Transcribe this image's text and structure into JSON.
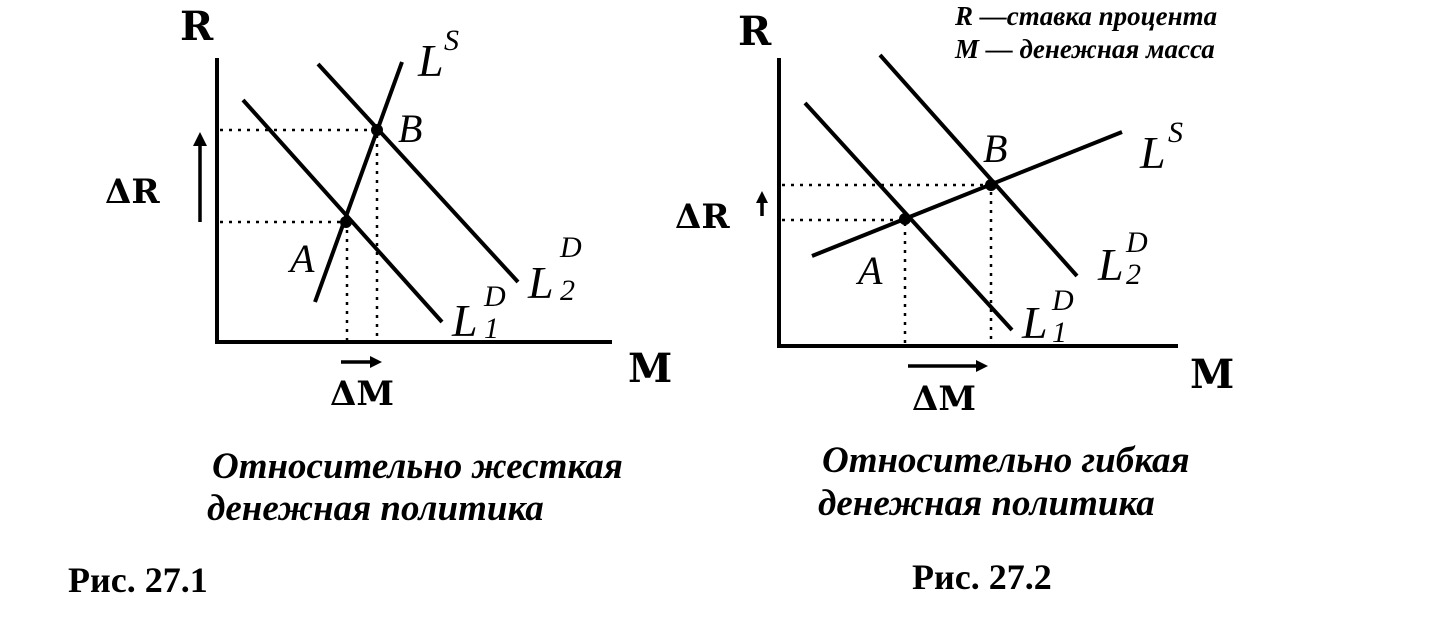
{
  "legend": {
    "line1": "R —ставка процента",
    "line2": "M — денежная масса"
  },
  "diagrams": [
    {
      "id": "fig1",
      "y_axis_label": "R",
      "x_axis_label": "M",
      "delta_r_label": "ΔR",
      "delta_m_label": "ΔM",
      "supply_label": "L",
      "supply_sup": "S",
      "demand1_label": "L",
      "demand1_sup": "D",
      "demand1_sub": "1",
      "demand2_label": "L",
      "demand2_sup": "D",
      "demand2_sub": "2",
      "point_a": "A",
      "point_b": "B",
      "caption_line1": "Относительно жесткая",
      "caption_line2": "денежная политика",
      "figure_label": "Рис. 27.1"
    },
    {
      "id": "fig2",
      "y_axis_label": "R",
      "x_axis_label": "M",
      "delta_r_label": "ΔR",
      "delta_m_label": "ΔM",
      "supply_label": "L",
      "supply_sup": "S",
      "demand1_label": "L",
      "demand1_sup": "D",
      "demand1_sub": "1",
      "demand2_label": "L",
      "demand2_sup": "D",
      "demand2_sub": "2",
      "point_a": "A",
      "point_b": "B",
      "caption_line1": "Относительно гибкая",
      "caption_line2": "денежная политика",
      "figure_label": "Рис. 27.2"
    }
  ]
}
